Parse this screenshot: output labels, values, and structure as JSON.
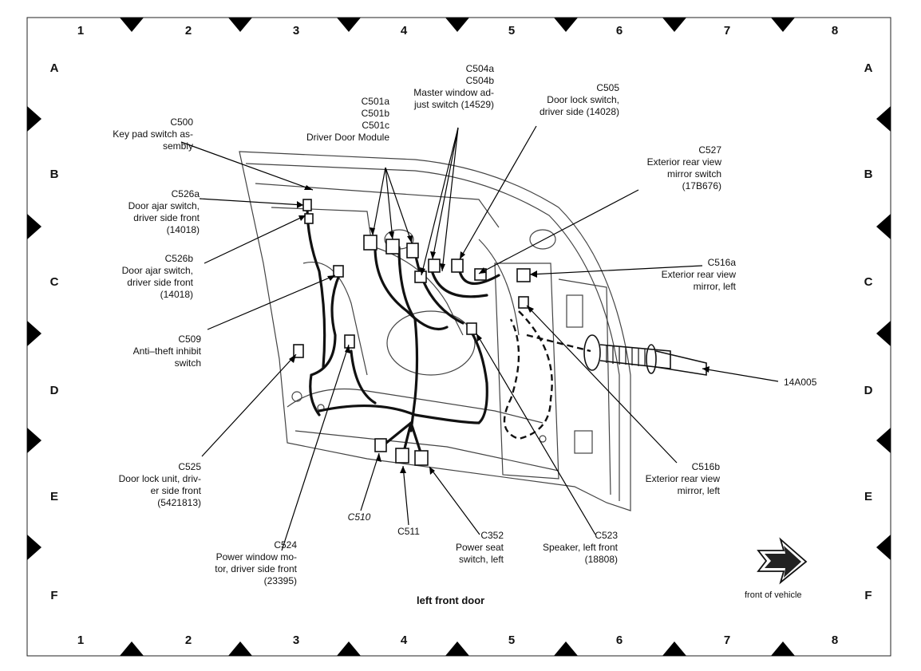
{
  "grid": {
    "columns": [
      "1",
      "2",
      "3",
      "4",
      "5",
      "6",
      "7",
      "8"
    ],
    "rows": [
      "A",
      "B",
      "C",
      "D",
      "E",
      "F"
    ]
  },
  "title": "left front door",
  "front_label": "front of vehicle",
  "callouts": [
    {
      "id": "c500",
      "lines": [
        "C500",
        "Key pad switch as-",
        "sembly"
      ]
    },
    {
      "id": "c501",
      "lines": [
        "C501a",
        "C501b",
        "C501c",
        "Driver Door Module"
      ]
    },
    {
      "id": "c504",
      "lines": [
        "C504a",
        "C504b",
        "Master window ad-",
        "just switch (14529)"
      ]
    },
    {
      "id": "c505",
      "lines": [
        "C505",
        "Door lock switch,",
        "driver side (14028)"
      ]
    },
    {
      "id": "c527",
      "lines": [
        "C527",
        "Exterior rear view",
        "mirror switch",
        "(17B676)"
      ]
    },
    {
      "id": "c526a",
      "lines": [
        "C526a",
        "Door ajar switch,",
        "driver side front",
        "(14018)"
      ]
    },
    {
      "id": "c526b",
      "lines": [
        "C526b",
        "Door ajar switch,",
        "driver side front",
        "(14018)"
      ]
    },
    {
      "id": "c516a",
      "lines": [
        "C516a",
        "Exterior rear view",
        "mirror, left"
      ]
    },
    {
      "id": "c509",
      "lines": [
        "C509",
        "Anti–theft inhibit",
        "switch"
      ]
    },
    {
      "id": "a14",
      "lines": [
        "14A005"
      ]
    },
    {
      "id": "c525",
      "lines": [
        "C525",
        "Door lock unit, driv-",
        "er side front",
        "(5421813)"
      ]
    },
    {
      "id": "c516b",
      "lines": [
        "C516b",
        "Exterior rear view",
        "mirror, left"
      ]
    },
    {
      "id": "c510",
      "lines": [
        "C510"
      ]
    },
    {
      "id": "c511",
      "lines": [
        "C511"
      ]
    },
    {
      "id": "c352",
      "lines": [
        "C352",
        "Power seat",
        "switch, left"
      ]
    },
    {
      "id": "c523",
      "lines": [
        "C523",
        "Speaker, left front",
        "(18808)"
      ]
    },
    {
      "id": "c524",
      "lines": [
        "C524",
        "Power window mo-",
        "tor, driver side front",
        "(23395)"
      ]
    }
  ]
}
